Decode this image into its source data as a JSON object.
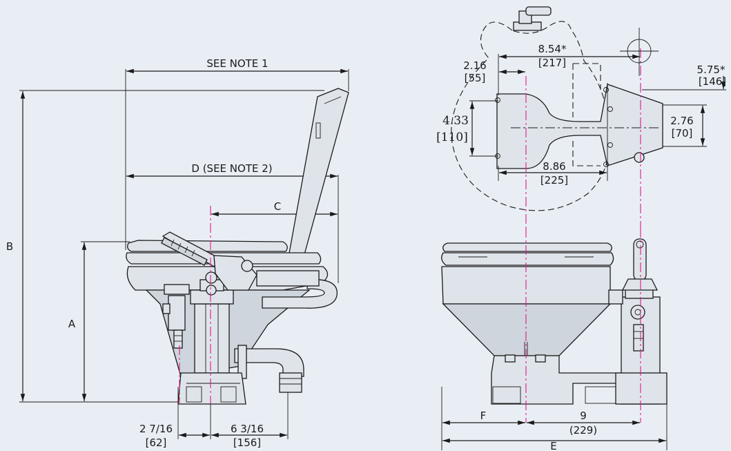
{
  "labels": {
    "see_note_1": "SEE NOTE 1",
    "d_see_note_2": "D  (SEE NOTE 2)",
    "c": "C",
    "b": "B",
    "a": "A",
    "f": "F",
    "e": "E"
  },
  "dimensions": {
    "d_2_7_16_in": "2 7/16",
    "d_2_7_16_mm": "[62]",
    "d_6_3_16_in": "6 3/16",
    "d_6_3_16_mm": "[156]",
    "d_2_16_in": "2.16",
    "d_2_16_mm": "[55]",
    "d_8_54_in": "8.54*",
    "d_8_54_mm": "[217]",
    "d_5_75_in": "5.75*",
    "d_5_75_mm": "[146]",
    "d_4_33_in": "4.33",
    "d_4_33_mm": "[110]",
    "d_2_76_in": "2.76",
    "d_2_76_mm": "[70]",
    "d_8_86_in": "8.86",
    "d_8_86_mm": "[225]",
    "d_9_in": "9",
    "d_9_mm": "(229)"
  }
}
